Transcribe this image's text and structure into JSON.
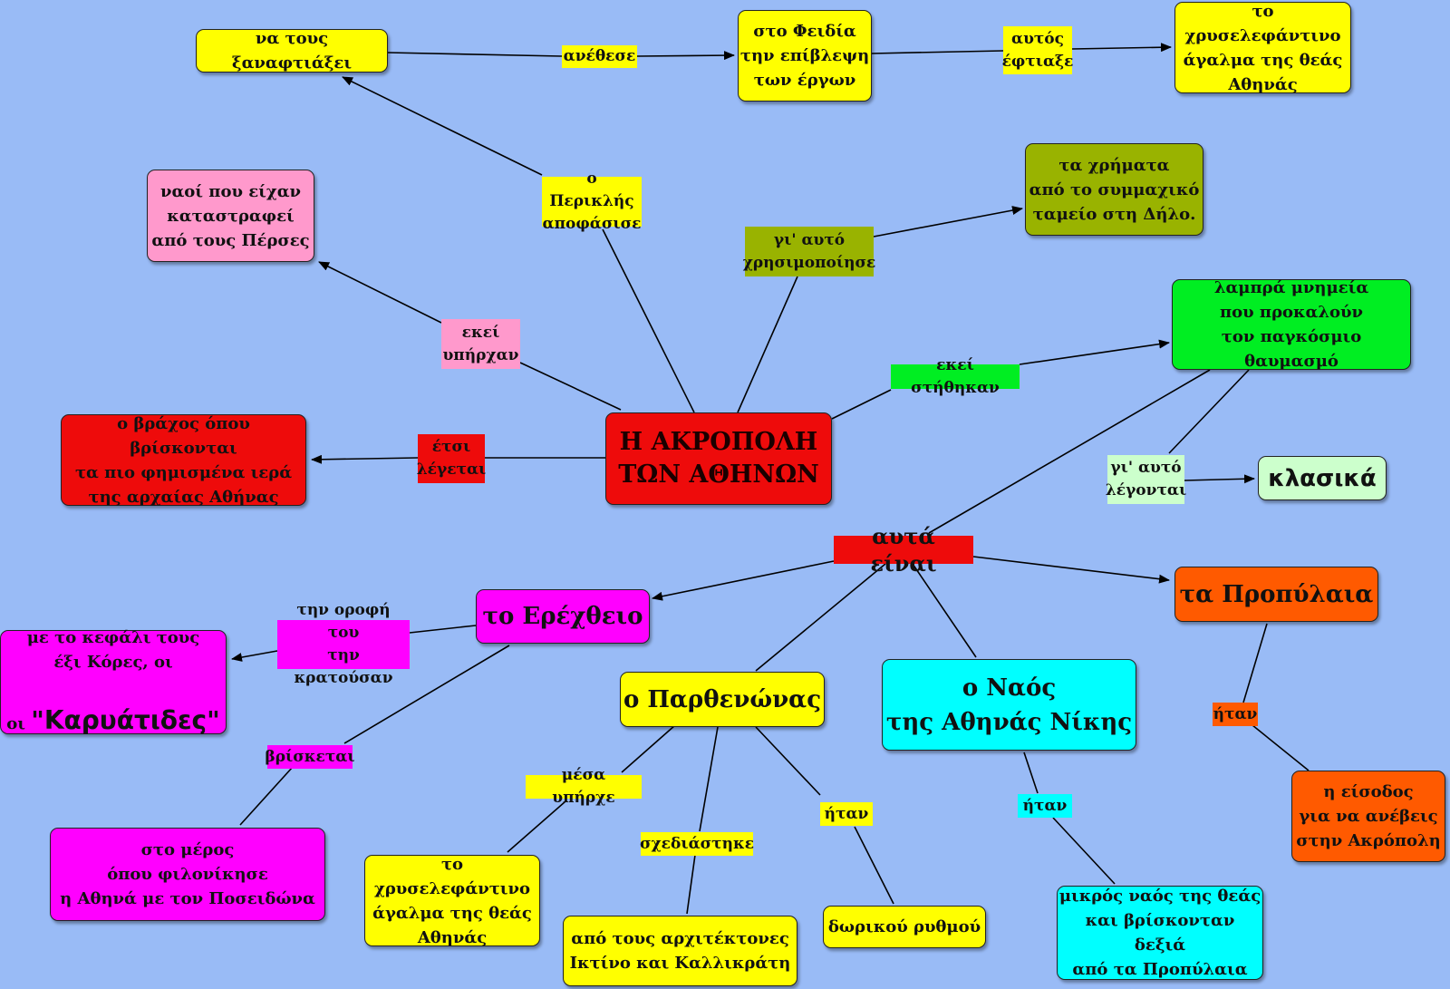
{
  "nodes": {
    "acropolis": "Η ΑΚΡΟΠΟΛΗ\nΤΩΝ ΑΘΗΝΩΝ",
    "xanaftiaxei": "να τους ξαναφτιάξει",
    "feidia": "στο Φειδία\nτην επίβλεψη\nτων έργων",
    "chryselephantine_top": "το χρυσελεφάντινο\nάγαλμα της θεάς\nΑθηνάς",
    "naoi": "ναοί που είχαν\nκαταστραφεί\nαπό τους Πέρσες",
    "xrimata": "τα χρήματα\nαπό το συμμαχικό\nταμείο στη Δήλο.",
    "mnimeia": "λαμπρά μνημεία\nπου προκαλούν\nτον παγκόσμιο θαυμασμό",
    "vrachos": "ο βράχος όπου βρίσκονται\nτα πιο φημισμένα ιερά\nτης αρχαίας Αθήνας",
    "klasika": "κλασικά",
    "erechtheio": "το Ερέχθειο",
    "propylaia": "τα Προπύλαια",
    "karyatides_line1": "με το κεφάλι τους\nέξι Κόρες, οι",
    "karyatides_line2_prefix": "οι ",
    "karyatides_name": "\"Καρυάτιδες\"",
    "parthenon": "ο Παρθενώνας",
    "nike": "ο Ναός\nτης Αθηνάς Νίκης",
    "meros": "στο μέρος\nόπου φιλονίκησε\nη Αθηνά με τον Ποσειδώνα",
    "chryselephantine_bottom": "το χρυσελεφάντινο\nάγαλμα της θεάς\nΑθηνάς",
    "architektones": "από τους αρχιτέκτονες\nΙκτίνο και Καλλικράτη",
    "dorikou": "δωρικού ρυθμού",
    "mikros": "μικρός ναός της θεάς\nκαι βρίσκονταν δεξιά\nαπό τα Προπύλαια",
    "eisodos": "η είσοδος\nγια να ανέβεις\nστην Ακρόπολη"
  },
  "labels": {
    "anethese": "ανέθεσε",
    "aftos_eftiaxe": "αυτός\nέφτιαξε",
    "periklis": "ο Περικλής\nαποφάσισε",
    "gi_afto_xrisimopoiise": "γι' αυτό\nχρησιμοποίησε",
    "ekei_ypirchan": "εκεί\nυπήρχαν",
    "ekei_stithikan": "εκεί στήθηκαν",
    "etsi_legetai": "έτσι\nλέγεται",
    "gi_afto_legontai": "γι' αυτό\nλέγονται",
    "afta_einai": "αυτά είναι",
    "orofi": "την οροφή του\nτην κρατούσαν",
    "vrisketai": "βρίσκεται",
    "mesa_ypirche": "μέσα υπήρχε",
    "schediastike": "σχεδιάστηκε",
    "itan_parthenon": "ήταν",
    "itan_nike": "ήταν",
    "itan_propylaia": "ήταν"
  },
  "colors": {
    "background": "#99bbf6",
    "red": "#ee0b0b",
    "yellow": "#ffff00",
    "pink": "#ff99cc",
    "olive": "#99b300",
    "green": "#00ee22",
    "light_green": "#ccffcc",
    "magenta": "#ff00ff",
    "orange": "#ff5a00",
    "cyan": "#00ffff"
  }
}
